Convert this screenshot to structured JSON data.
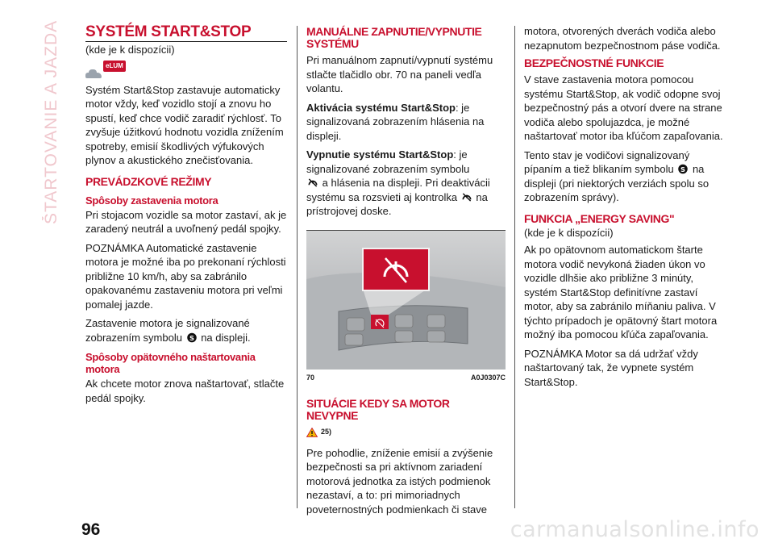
{
  "side_title": "ŠTARTOVANIE A JAZDA",
  "page_number": "96",
  "watermark": "carmanualsonline.info",
  "col1": {
    "title": "SYSTÉM START&STOP",
    "availability": "(kde je k dispozícii)",
    "elum_badge": "eLUM",
    "intro": "Systém Start&Stop zastavuje automaticky motor vždy, keď vozidlo stojí a znovu ho spustí, keď chce vodič zaradiť rýchlosť. To zvyšuje úžitkovú hodnotu vozidla znížením spotreby, emisií škodlivých výfukových plynov a akustického znečisťovania.",
    "modes_heading": "PREVÁDZKOVÉ REŽIMY",
    "stop_heading": "Spôsoby zastavenia motora",
    "stop_p1": "Pri stojacom vozidle sa motor zastaví, ak je zaradený neutrál a uvoľnený pedál spojky.",
    "stop_p2": "POZNÁMKA Automatické zastavenie motora je možné iba po prekonaní rýchlosti približne 10 km/h, aby sa zabránilo opakovanému zastaveniu motora pri veľmi pomalej jazde.",
    "stop_p3_a": "Zastavenie motora je signalizované zobrazením symbolu",
    "stop_p3_b": "na displeji.",
    "restart_heading": "Spôsoby opätovného naštartovania motora",
    "restart_p1": "Ak chcete motor znova naštartovať, stlačte pedál spojky."
  },
  "col2": {
    "manual_heading": "MANUÁLNE ZAPNUTIE/VYPNUTIE SYSTÉMU",
    "manual_p1": "Pri manuálnom zapnutí/vypnutí systému stlačte tlačidlo obr. 70 na paneli vedľa volantu.",
    "activation_term": "Aktivácia systému Start&Stop",
    "activation_text": ": je signalizovaná zobrazením hlásenia na displeji.",
    "deactivation_term": "Vypnutie systému Start&Stop",
    "deactivation_text_a": ": je signalizované zobrazením symbolu",
    "deactivation_text_b": "a hlásenia na displeji. Pri deaktivácii systému sa rozsvieti aj kontrolka",
    "deactivation_text_c": "na prístrojovej doske.",
    "figure_number": "70",
    "figure_code": "A0J0307C",
    "situations_heading": "SITUÁCIE KEDY SA MOTOR NEVYPNE",
    "warning_ref": "25)",
    "situations_p1": "Pre pohodlie, zníženie emisií a zvýšenie bezpečnosti sa pri aktívnom zariadení motorová jednotka za istých podmienok nezastaví, a to: pri mimoriadnych poveternostných podmienkach či stave"
  },
  "col3": {
    "continuation": "motora, otvorených dverách vodiča alebo nezapnutom bezpečnostnom páse vodiča.",
    "safety_heading": "BEZPEČNOSTNÉ FUNKCIE",
    "safety_p1": "V stave zastavenia motora pomocou systému Start&Stop, ak vodič odopne svoj bezpečnostný pás a otvorí dvere na strane vodiča alebo spolujazdca, je možné naštartovať motor iba kľúčom zapaľovania.",
    "safety_p2_a": "Tento stav je vodičovi signalizovaný pípaním a tiež blikaním symbolu",
    "safety_p2_b": "na displeji (pri niektorých verziách spolu so zobrazením správy).",
    "energy_heading": "FUNKCIA „ENERGY SAVING\"",
    "energy_availability": "(kde je k dispozícii)",
    "energy_p1": "Ak po opätovnom automatickom štarte motora vodič nevykoná žiaden úkon vo vozidle dlhšie ako približne 3 minúty, systém Start&Stop definitívne zastaví motor, aby sa zabránilo míňaniu paliva. V týchto prípadoch je opätovný štart motora možný iba pomocou kľúča zapaľovania.",
    "energy_p2": "POZNÁMKA Motor sa dá udržať vždy naštartovaný tak, že vypnete systém Start&Stop."
  },
  "colors": {
    "accent_red": "#c8102e",
    "side_title_pink": "#f0c7cd"
  }
}
